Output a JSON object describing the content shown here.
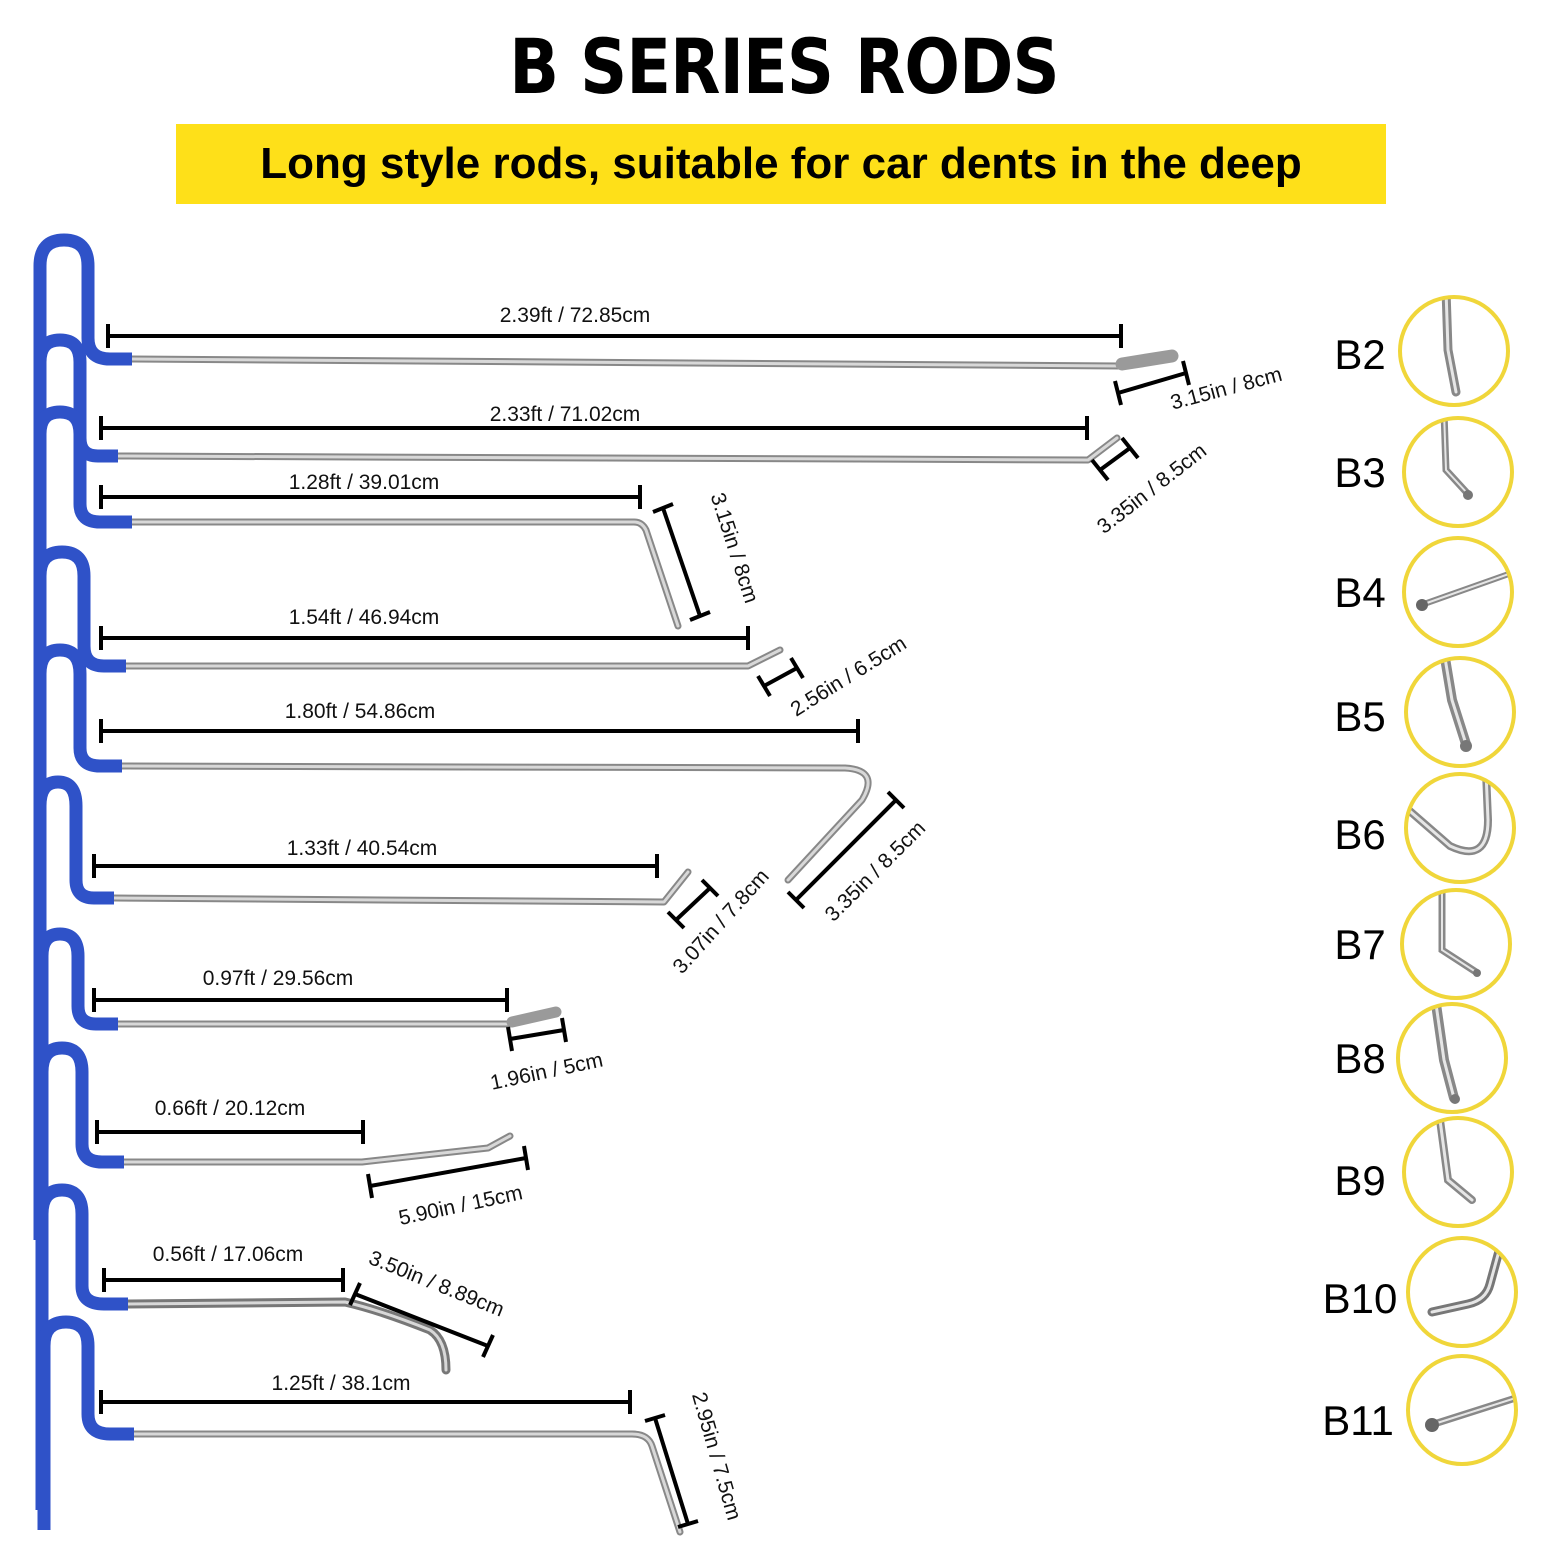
{
  "title": "B SERIES RODS",
  "subtitle": "Long style rods, suitable for car dents in the deep",
  "colors": {
    "banner": "#FEE019",
    "handle": "#2F52C8",
    "rod": "#A8A8A8",
    "ring": "#F0D63A",
    "dimension": "#000000"
  },
  "rods": [
    {
      "length": "2.39ft / 72.85cm",
      "tip": "3.15in / 8cm"
    },
    {
      "length": "2.33ft / 71.02cm",
      "tip": "3.35in / 8.5cm"
    },
    {
      "length": "1.28ft / 39.01cm",
      "tip": "3.15in / 8cm"
    },
    {
      "length": "1.54ft / 46.94cm",
      "tip": "2.56in / 6.5cm"
    },
    {
      "length": "1.80ft / 54.86cm",
      "tip": "3.35in / 8.5cm"
    },
    {
      "length": "1.33ft / 40.54cm",
      "tip": "3.07in / 7.8cm"
    },
    {
      "length": "0.97ft / 29.56cm",
      "tip": "1.96in / 5cm"
    },
    {
      "length": "0.66ft / 20.12cm",
      "tip": "5.90in / 15cm"
    },
    {
      "length": "0.56ft / 17.06cm",
      "tip": "3.50in / 8.89cm"
    },
    {
      "length": "1.25ft / 38.1cm",
      "tip": "2.95in / 7.5cm"
    }
  ],
  "tip_labels": [
    "B2",
    "B3",
    "B4",
    "B5",
    "B6",
    "B7",
    "B8",
    "B9",
    "B10",
    "B11"
  ]
}
